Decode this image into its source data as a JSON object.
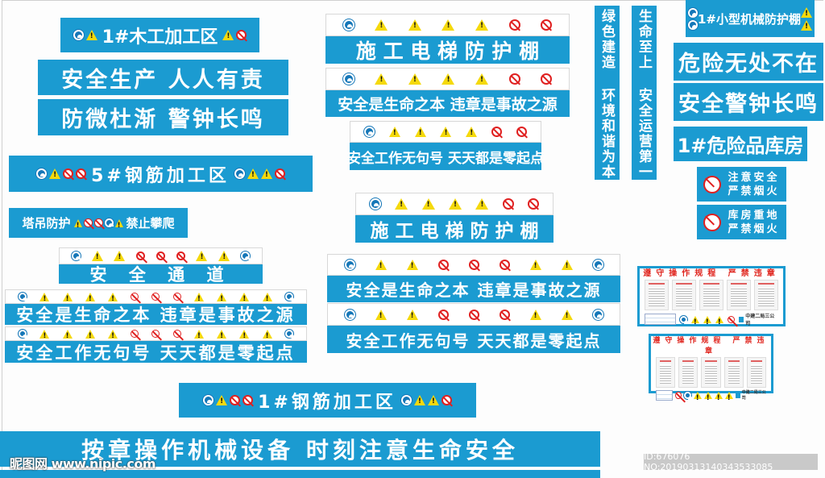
{
  "page": {
    "background": "#fdfdfd",
    "sign_color": "#1b9bd1",
    "warning_color": "#f5d90c",
    "prohibition_color": "#e02020",
    "mandatory_color": "#1577b8"
  },
  "signs": {
    "woodwork_zone": {
      "text": "1#木工加工区",
      "icons_left": [
        "helmet-icon",
        "electric-warning-icon"
      ],
      "icons_right": [
        "fire-warning-icon",
        "no-grinding-icon"
      ]
    },
    "safety_slogan_1": {
      "text": "安全生产  人人有责"
    },
    "safety_slogan_2": {
      "text": "防微杜渐  警钟长鸣"
    },
    "rebar_zone_5": {
      "text": "5#钢筋加工区",
      "icons_left": [
        "helmet-icon",
        "electric-warning-icon",
        "no-smoking-icon",
        "no-grinding-icon"
      ],
      "icons_right": [
        "protective-clothing-icon",
        "electric-warning-icon",
        "fire-warning-icon",
        "no-grinding-icon"
      ]
    },
    "tower_crane": {
      "text_left": "塔吊防护",
      "text_right": "禁止攀爬",
      "icons": [
        "caution-icon",
        "no-entry-icon",
        "no-entry-icon",
        "helmet-icon",
        "fire-warning-icon"
      ]
    },
    "safe_passage": {
      "text": "安 全 通 道",
      "icons": [
        "helmet-icon",
        "caution-icon",
        "caution-icon",
        "no-entry-icon",
        "no-climbing-icon",
        "no-entry-icon",
        "caution-icon",
        "caution-icon",
        "protective-clothing-icon"
      ]
    },
    "left_slogan_life": {
      "text": "安全是生命之本 违章是事故之源",
      "icons": [
        "helmet-icon",
        "caution-icon",
        "caution-icon",
        "caution-icon",
        "caution-icon",
        "no-entry-icon",
        "no-entry-icon",
        "no-entry-icon",
        "caution-icon",
        "caution-icon",
        "caution-icon",
        "caution-icon",
        "protective-clothing-icon"
      ]
    },
    "left_slogan_start": {
      "text": "安全工作无句号 天天都是零起点",
      "icons": [
        "helmet-icon",
        "caution-icon",
        "caution-icon",
        "caution-icon",
        "caution-icon",
        "no-entry-icon",
        "no-entry-icon",
        "no-entry-icon",
        "caution-icon",
        "caution-icon",
        "caution-icon",
        "caution-icon",
        "protective-clothing-icon"
      ]
    },
    "elevator_shed_top": {
      "text": "施 工 电 梯 防 护 棚",
      "icons": [
        "helmet-icon",
        "caution-icon",
        "caution-icon",
        "fire-warning-icon",
        "caution-icon",
        "no-climbing-icon",
        "no-entry-icon"
      ]
    },
    "mid_slogan_life": {
      "text": "安全是生命之本 违章是事故之源",
      "icons": [
        "helmet-icon",
        "caution-icon",
        "caution-icon",
        "fire-warning-icon",
        "caution-icon",
        "no-climbing-icon",
        "no-entry-icon"
      ]
    },
    "mid_slogan_start": {
      "text": "安全工作无句号 天天都是零起点",
      "icons": [
        "helmet-icon",
        "caution-icon",
        "caution-icon",
        "fire-warning-icon",
        "caution-icon",
        "no-climbing-icon",
        "no-entry-icon"
      ]
    },
    "vertical_green": {
      "text": "绿色建造 环境和谐为本"
    },
    "vertical_life": {
      "text": "生命至上 安全运营第一"
    },
    "small_machinery_shed": {
      "text": "1#小型机械防护棚",
      "icons_left": [
        "helmet-icon",
        "protective-clothing-icon"
      ],
      "icons_right": [
        "caution-icon",
        "caution-icon"
      ]
    },
    "danger_everywhere": {
      "text": "危险无处不在"
    },
    "safety_alarm": {
      "text": "安全警钟长鸣"
    },
    "hazmat_store": {
      "text": "1#危险品库房"
    },
    "no_smoking_1": {
      "line1": "注意安全",
      "line2": "严禁烟火",
      "icon": "no-smoking-icon"
    },
    "no_smoking_2": {
      "line1": "库房重地",
      "line2": "严禁烟火",
      "icon": "no-smoking-icon"
    },
    "elevator_shed_mid": {
      "text": "施 工 电 梯 防 护 棚",
      "icons": [
        "helmet-icon",
        "caution-icon",
        "caution-icon",
        "fire-warning-icon",
        "caution-icon",
        "no-climbing-icon",
        "no-entry-icon"
      ]
    },
    "right_slogan_life": {
      "text": "安全是生命之本 违章是事故之源",
      "icons": [
        "helmet-icon",
        "caution-icon",
        "caution-icon",
        "no-smoking-icon",
        "no-climbing-icon",
        "no-entry-icon",
        "caution-icon",
        "caution-icon",
        "protective-clothing-icon"
      ]
    },
    "right_slogan_start": {
      "text": "安全工作无句号 天天都是零起点",
      "icons": [
        "helmet-icon",
        "caution-icon",
        "caution-icon",
        "no-smoking-icon",
        "no-climbing-icon",
        "no-entry-icon",
        "caution-icon",
        "caution-icon",
        "protective-clothing-icon"
      ]
    },
    "board_1": {
      "title": "遵守操作规程  严禁违章",
      "company": "中建二局三公司"
    },
    "board_2": {
      "title": "遵守操作规程  严禁违章",
      "company": "中建二局三公司"
    },
    "rebar_zone_1": {
      "text": "1#钢筋加工区"
    },
    "operate_slogan": {
      "text": "按章操作机械设备   时刻注意生命安全"
    }
  },
  "watermarks": {
    "site": "昵图网 www.nipic.com",
    "id": "ID:676076 NO:20190313140343533085"
  }
}
